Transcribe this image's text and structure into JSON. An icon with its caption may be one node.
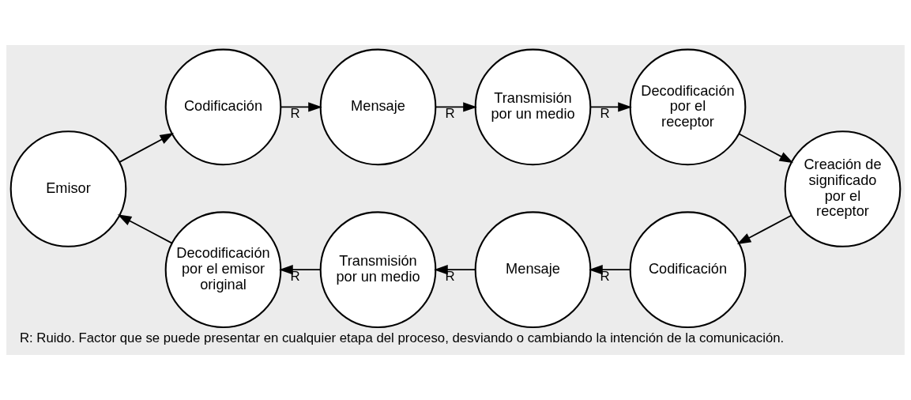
{
  "diagram": {
    "caption": "R: Ruido. Factor que se puede presentar en cualquier etapa del proceso, desviando o cambiando la intención de la comunicación.",
    "nodes": [
      {
        "text": [
          "Emisor"
        ]
      },
      {
        "text": [
          "Codificación"
        ]
      },
      {
        "text": [
          "Mensaje"
        ]
      },
      {
        "text": [
          "Transmisión por un medio"
        ]
      },
      {
        "text": [
          "Decodificación por el receptor"
        ]
      },
      {
        "text": [
          "Creación de significado por el receptor"
        ]
      },
      {
        "text": [
          "Codificación"
        ]
      },
      {
        "text": [
          "Mensaje"
        ]
      },
      {
        "text": [
          "Transmisión por un medio"
        ]
      },
      {
        "text": [
          "Decodificación por el emisor original"
        ]
      }
    ],
    "edges": [
      {
        "from": 0,
        "to": 1,
        "arrow": "to"
      },
      {
        "from": 1,
        "to": 2,
        "arrow": "to",
        "label": "R"
      },
      {
        "from": 2,
        "to": 3,
        "arrow": "to",
        "label": "R"
      },
      {
        "from": 3,
        "to": 4,
        "arrow": "to",
        "label": "R"
      },
      {
        "from": 4,
        "to": 5,
        "arrow": "to"
      },
      {
        "from": 5,
        "to": 6,
        "arrow": "to"
      },
      {
        "from": 6,
        "to": 7,
        "arrow": "to",
        "label": "R"
      },
      {
        "from": 7,
        "to": 8,
        "arrow": "to",
        "label": "R"
      },
      {
        "from": 8,
        "to": 9,
        "arrow": "to",
        "label": "R"
      },
      {
        "from": 9,
        "to": 0,
        "arrow": "to"
      }
    ]
  }
}
